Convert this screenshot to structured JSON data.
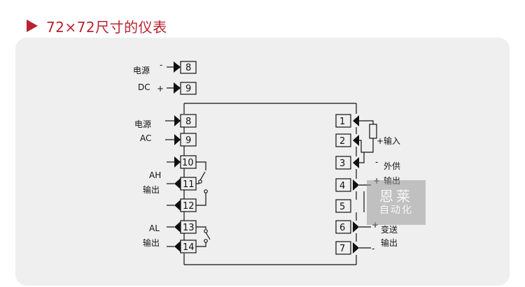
{
  "header": {
    "title": "72×72尺寸的仪表"
  },
  "left_labels": {
    "dc_power": "电源",
    "dc": "DC",
    "dc_minus": "-",
    "dc_plus": "+",
    "ac_power": "电源",
    "ac": "AC",
    "ah": "AH",
    "ah_output": "输出",
    "al": "AL",
    "al_output": "输出"
  },
  "right_labels": {
    "input_plus": "+",
    "input": "输入",
    "supply_minus": "-",
    "supply": "外供",
    "supply_output": "输出",
    "supply_plus": "+",
    "transmit_plus": "+",
    "transmit": "变送",
    "transmit_output": "输出",
    "transmit_minus": "-"
  },
  "terminals": {
    "dc": [
      "8",
      "9"
    ],
    "left": [
      "8",
      "9",
      "10",
      "11",
      "12",
      "13",
      "14"
    ],
    "right": [
      "1",
      "2",
      "3",
      "4",
      "5",
      "6",
      "7"
    ]
  },
  "watermark": {
    "line1": "恩莱",
    "line2": "自动化"
  }
}
